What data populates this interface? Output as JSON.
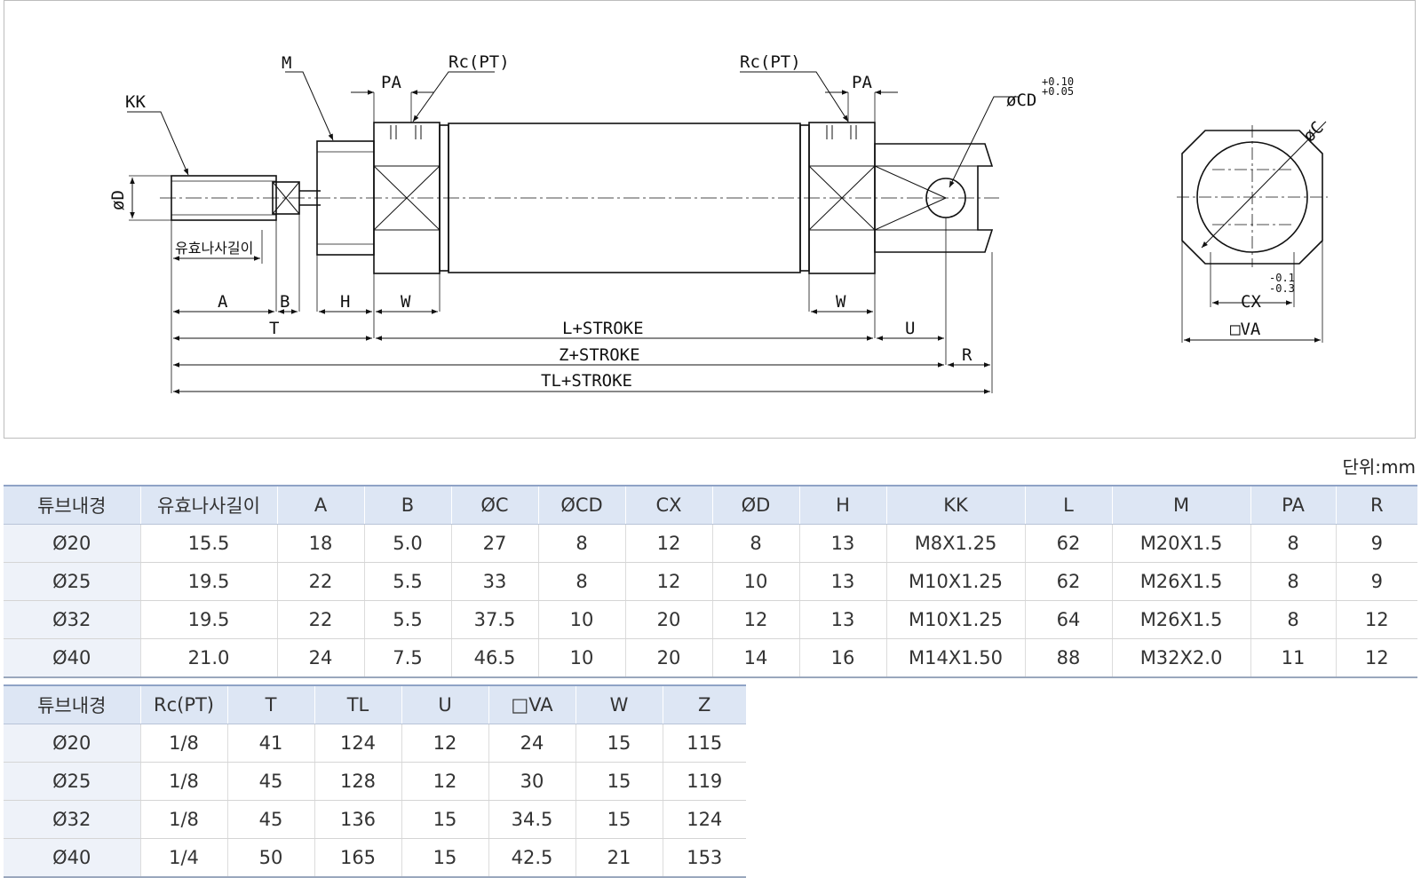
{
  "drawing": {
    "labels": {
      "kk": "KK",
      "m": "M",
      "rc_left": "Rc(PT)",
      "rc_right": "Rc(PT)",
      "pa_left": "PA",
      "pa_right": "PA",
      "cd": "øCD",
      "cd_tol_upper": "+0.10",
      "cd_tol_lower": "+0.05",
      "d": "øD",
      "thread_length": "유효나사길이",
      "a": "A",
      "b": "B",
      "h": "H",
      "w_left": "W",
      "w_right": "W",
      "t": "T",
      "l_stroke": "L+STROKE",
      "u": "U",
      "z_stroke": "Z+STROKE",
      "r": "R",
      "tl_stroke": "TL+STROKE",
      "c": "øC",
      "cx": "CX",
      "cx_tol_upper": "-0.1",
      "cx_tol_lower": "-0.3",
      "va": "□VA"
    }
  },
  "unit_note": "단위:mm",
  "table1": {
    "headers": [
      "튜브내경",
      "유효나사길이",
      "A",
      "B",
      "ØC",
      "ØCD",
      "CX",
      "ØD",
      "H",
      "KK",
      "L",
      "M",
      "PA",
      "R"
    ],
    "rows": [
      [
        "Ø20",
        "15.5",
        "18",
        "5.0",
        "27",
        "8",
        "12",
        "8",
        "13",
        "M8X1.25",
        "62",
        "M20X1.5",
        "8",
        "9"
      ],
      [
        "Ø25",
        "19.5",
        "22",
        "5.5",
        "33",
        "8",
        "12",
        "10",
        "13",
        "M10X1.25",
        "62",
        "M26X1.5",
        "8",
        "9"
      ],
      [
        "Ø32",
        "19.5",
        "22",
        "5.5",
        "37.5",
        "10",
        "20",
        "12",
        "13",
        "M10X1.25",
        "64",
        "M26X1.5",
        "8",
        "12"
      ],
      [
        "Ø40",
        "21.0",
        "24",
        "7.5",
        "46.5",
        "10",
        "20",
        "14",
        "16",
        "M14X1.50",
        "88",
        "M32X2.0",
        "11",
        "12"
      ]
    ]
  },
  "table2": {
    "headers": [
      "튜브내경",
      "Rc(PT)",
      "T",
      "TL",
      "U",
      "□VA",
      "W",
      "Z"
    ],
    "rows": [
      [
        "Ø20",
        "1/8",
        "41",
        "124",
        "12",
        "24",
        "15",
        "115"
      ],
      [
        "Ø25",
        "1/8",
        "45",
        "128",
        "12",
        "30",
        "15",
        "119"
      ],
      [
        "Ø32",
        "1/8",
        "45",
        "136",
        "15",
        "34.5",
        "15",
        "124"
      ],
      [
        "Ø40",
        "1/4",
        "50",
        "165",
        "15",
        "42.5",
        "21",
        "153"
      ]
    ]
  }
}
